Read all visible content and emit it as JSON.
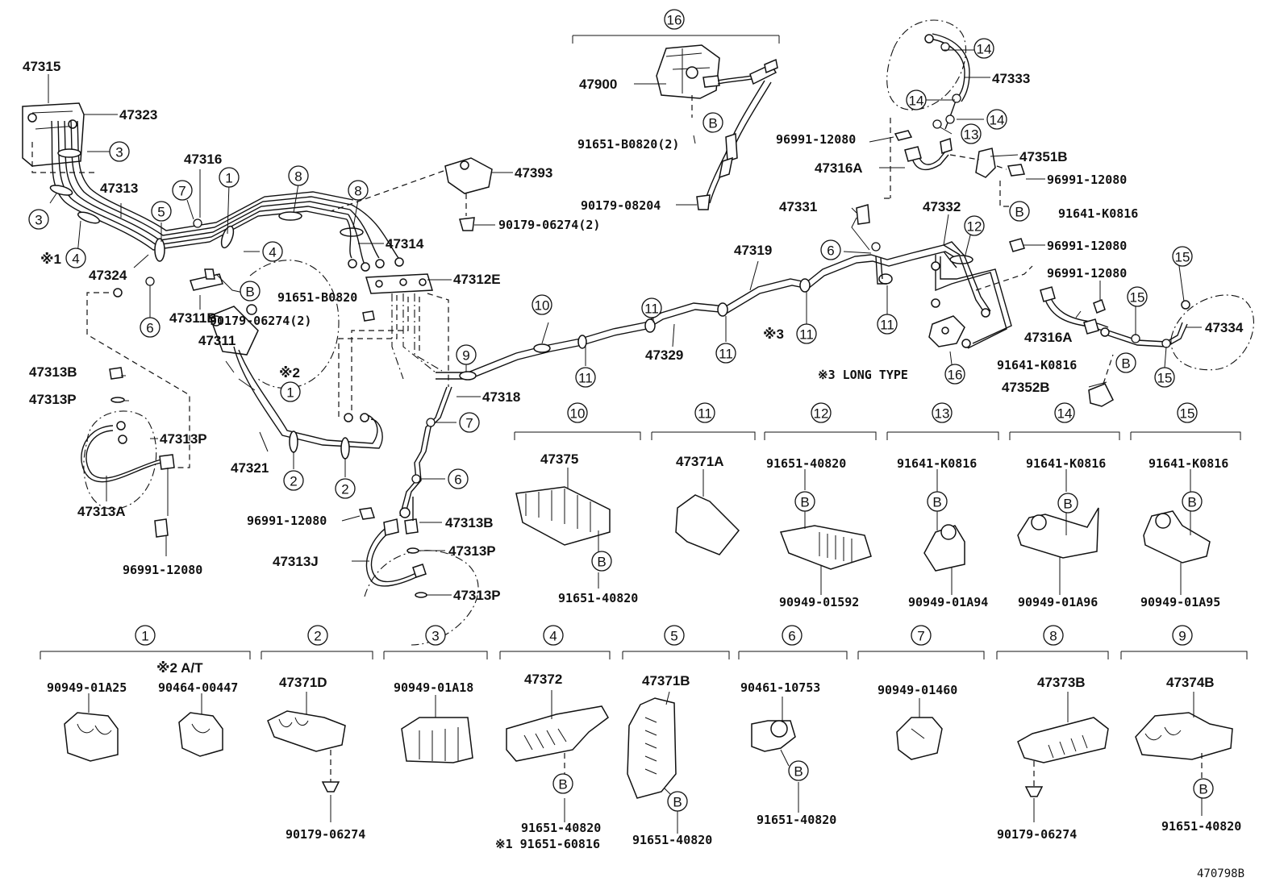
{
  "footer": {
    "figure_code": "470798B"
  },
  "notes": {
    "long_type": "※3 LONG TYPE",
    "at": "※2 A/T",
    "mark1": "※1",
    "mark2": "※2",
    "mark3": "※3"
  },
  "labels": {
    "p47315": "47315",
    "p47323": "47323",
    "p47316": "47316",
    "p47313": "47313",
    "p47324": "47324",
    "p47311b": "47311B",
    "p47311": "47311",
    "p91651b0820": "91651-B0820",
    "p90179_06274_2": "90179-06274(2)",
    "p47314": "47314",
    "p47393": "47393",
    "p90179_06274_2b": "90179-06274(2)",
    "p47312e": "47312E",
    "p47313b_a": "47313B",
    "p47313p_a": "47313P",
    "p47313p_b": "47313P",
    "p47313a": "47313A",
    "p96991_12080_a": "96991-12080",
    "p47321": "47321",
    "p47318": "47318",
    "p96991_12080_b": "96991-12080",
    "p47313b_b": "47313B",
    "p47313p_c": "47313P",
    "p47313j": "47313J",
    "p47313p_d": "47313P",
    "p47900": "47900",
    "p91651b0820_2": "91651-B0820(2)",
    "p90179_08204": "90179-08204",
    "p47319": "47319",
    "p47329": "47329",
    "p47333": "47333",
    "p96991_12080_c": "96991-12080",
    "p47351b": "47351B",
    "p47316a_a": "47316A",
    "p96991_12080_d": "96991-12080",
    "p91641k0816_a": "91641-K0816",
    "p47331": "47331",
    "p47332": "47332",
    "p96991_12080_e": "96991-12080",
    "p96991_12080_f": "96991-12080",
    "p47316a_b": "47316A",
    "p47334": "47334",
    "p91641k0816_b": "91641-K0816",
    "p47352b": "47352B"
  },
  "callouts": [
    "1",
    "2",
    "3",
    "4",
    "5",
    "6",
    "7",
    "8",
    "9",
    "10",
    "11",
    "12",
    "13",
    "14",
    "15",
    "16"
  ],
  "b_mark": "B",
  "legend_top": [
    {
      "num": "10",
      "part": "47375",
      "bolt": "91651-40820"
    },
    {
      "num": "11",
      "part": "47371A"
    },
    {
      "num": "12",
      "bolt": "91651-40820",
      "clip": "90949-01592"
    },
    {
      "num": "13",
      "bolt": "91641-K0816",
      "clip": "90949-01A94"
    },
    {
      "num": "14",
      "bolt": "91641-K0816",
      "clip": "90949-01A96"
    },
    {
      "num": "15",
      "bolt": "91641-K0816",
      "clip": "90949-01A95"
    }
  ],
  "legend_bottom": [
    {
      "num": "1",
      "a": "90949-01A25",
      "b": "90464-00447"
    },
    {
      "num": "2",
      "part": "47371D",
      "bolt": "90179-06274"
    },
    {
      "num": "3",
      "part": "90949-01A18"
    },
    {
      "num": "4",
      "part": "47372",
      "bolt": "91651-40820",
      "bolt_alt": "※1 91651-60816"
    },
    {
      "num": "5",
      "part": "47371B",
      "bolt": "91651-40820"
    },
    {
      "num": "6",
      "part": "90461-10753",
      "bolt": "91651-40820"
    },
    {
      "num": "7",
      "part": "90949-01460"
    },
    {
      "num": "8",
      "part": "47373B",
      "bolt": "90179-06274"
    },
    {
      "num": "9",
      "part": "47374B",
      "bolt": "91651-40820"
    }
  ]
}
